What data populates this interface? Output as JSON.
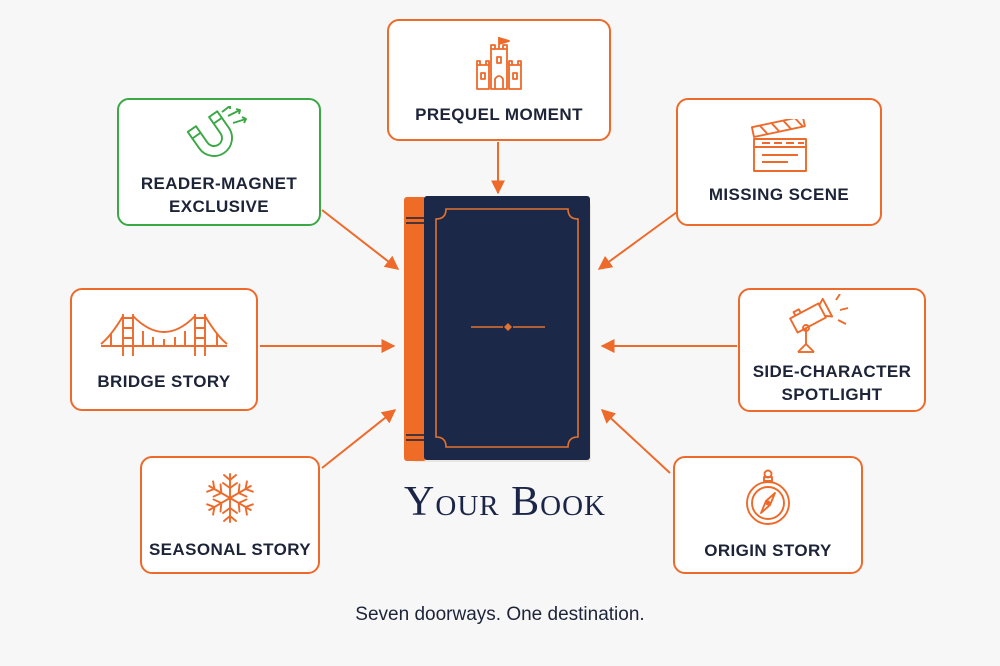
{
  "book": {
    "title": "Your Book"
  },
  "tagline": "Seven doorways. One destination.",
  "colors": {
    "accent": "#ee6a2a",
    "green": "#3aa845",
    "navy": "#1c2847",
    "text": "#1d2438"
  },
  "cards": [
    {
      "label": "PREQUEL MOMENT",
      "icon": "castle-icon"
    },
    {
      "label": "READER-MAGNET\nEXCLUSIVE",
      "icon": "magnet-icon"
    },
    {
      "label": "MISSING SCENE",
      "icon": "clapperboard-icon"
    },
    {
      "label": "BRIDGE STORY",
      "icon": "bridge-icon"
    },
    {
      "label": "SIDE-CHARACTER\nSPOTLIGHT",
      "icon": "spotlight-icon"
    },
    {
      "label": "SEASONAL STORY",
      "icon": "snowflake-icon"
    },
    {
      "label": "ORIGIN STORY",
      "icon": "compass-icon"
    }
  ]
}
